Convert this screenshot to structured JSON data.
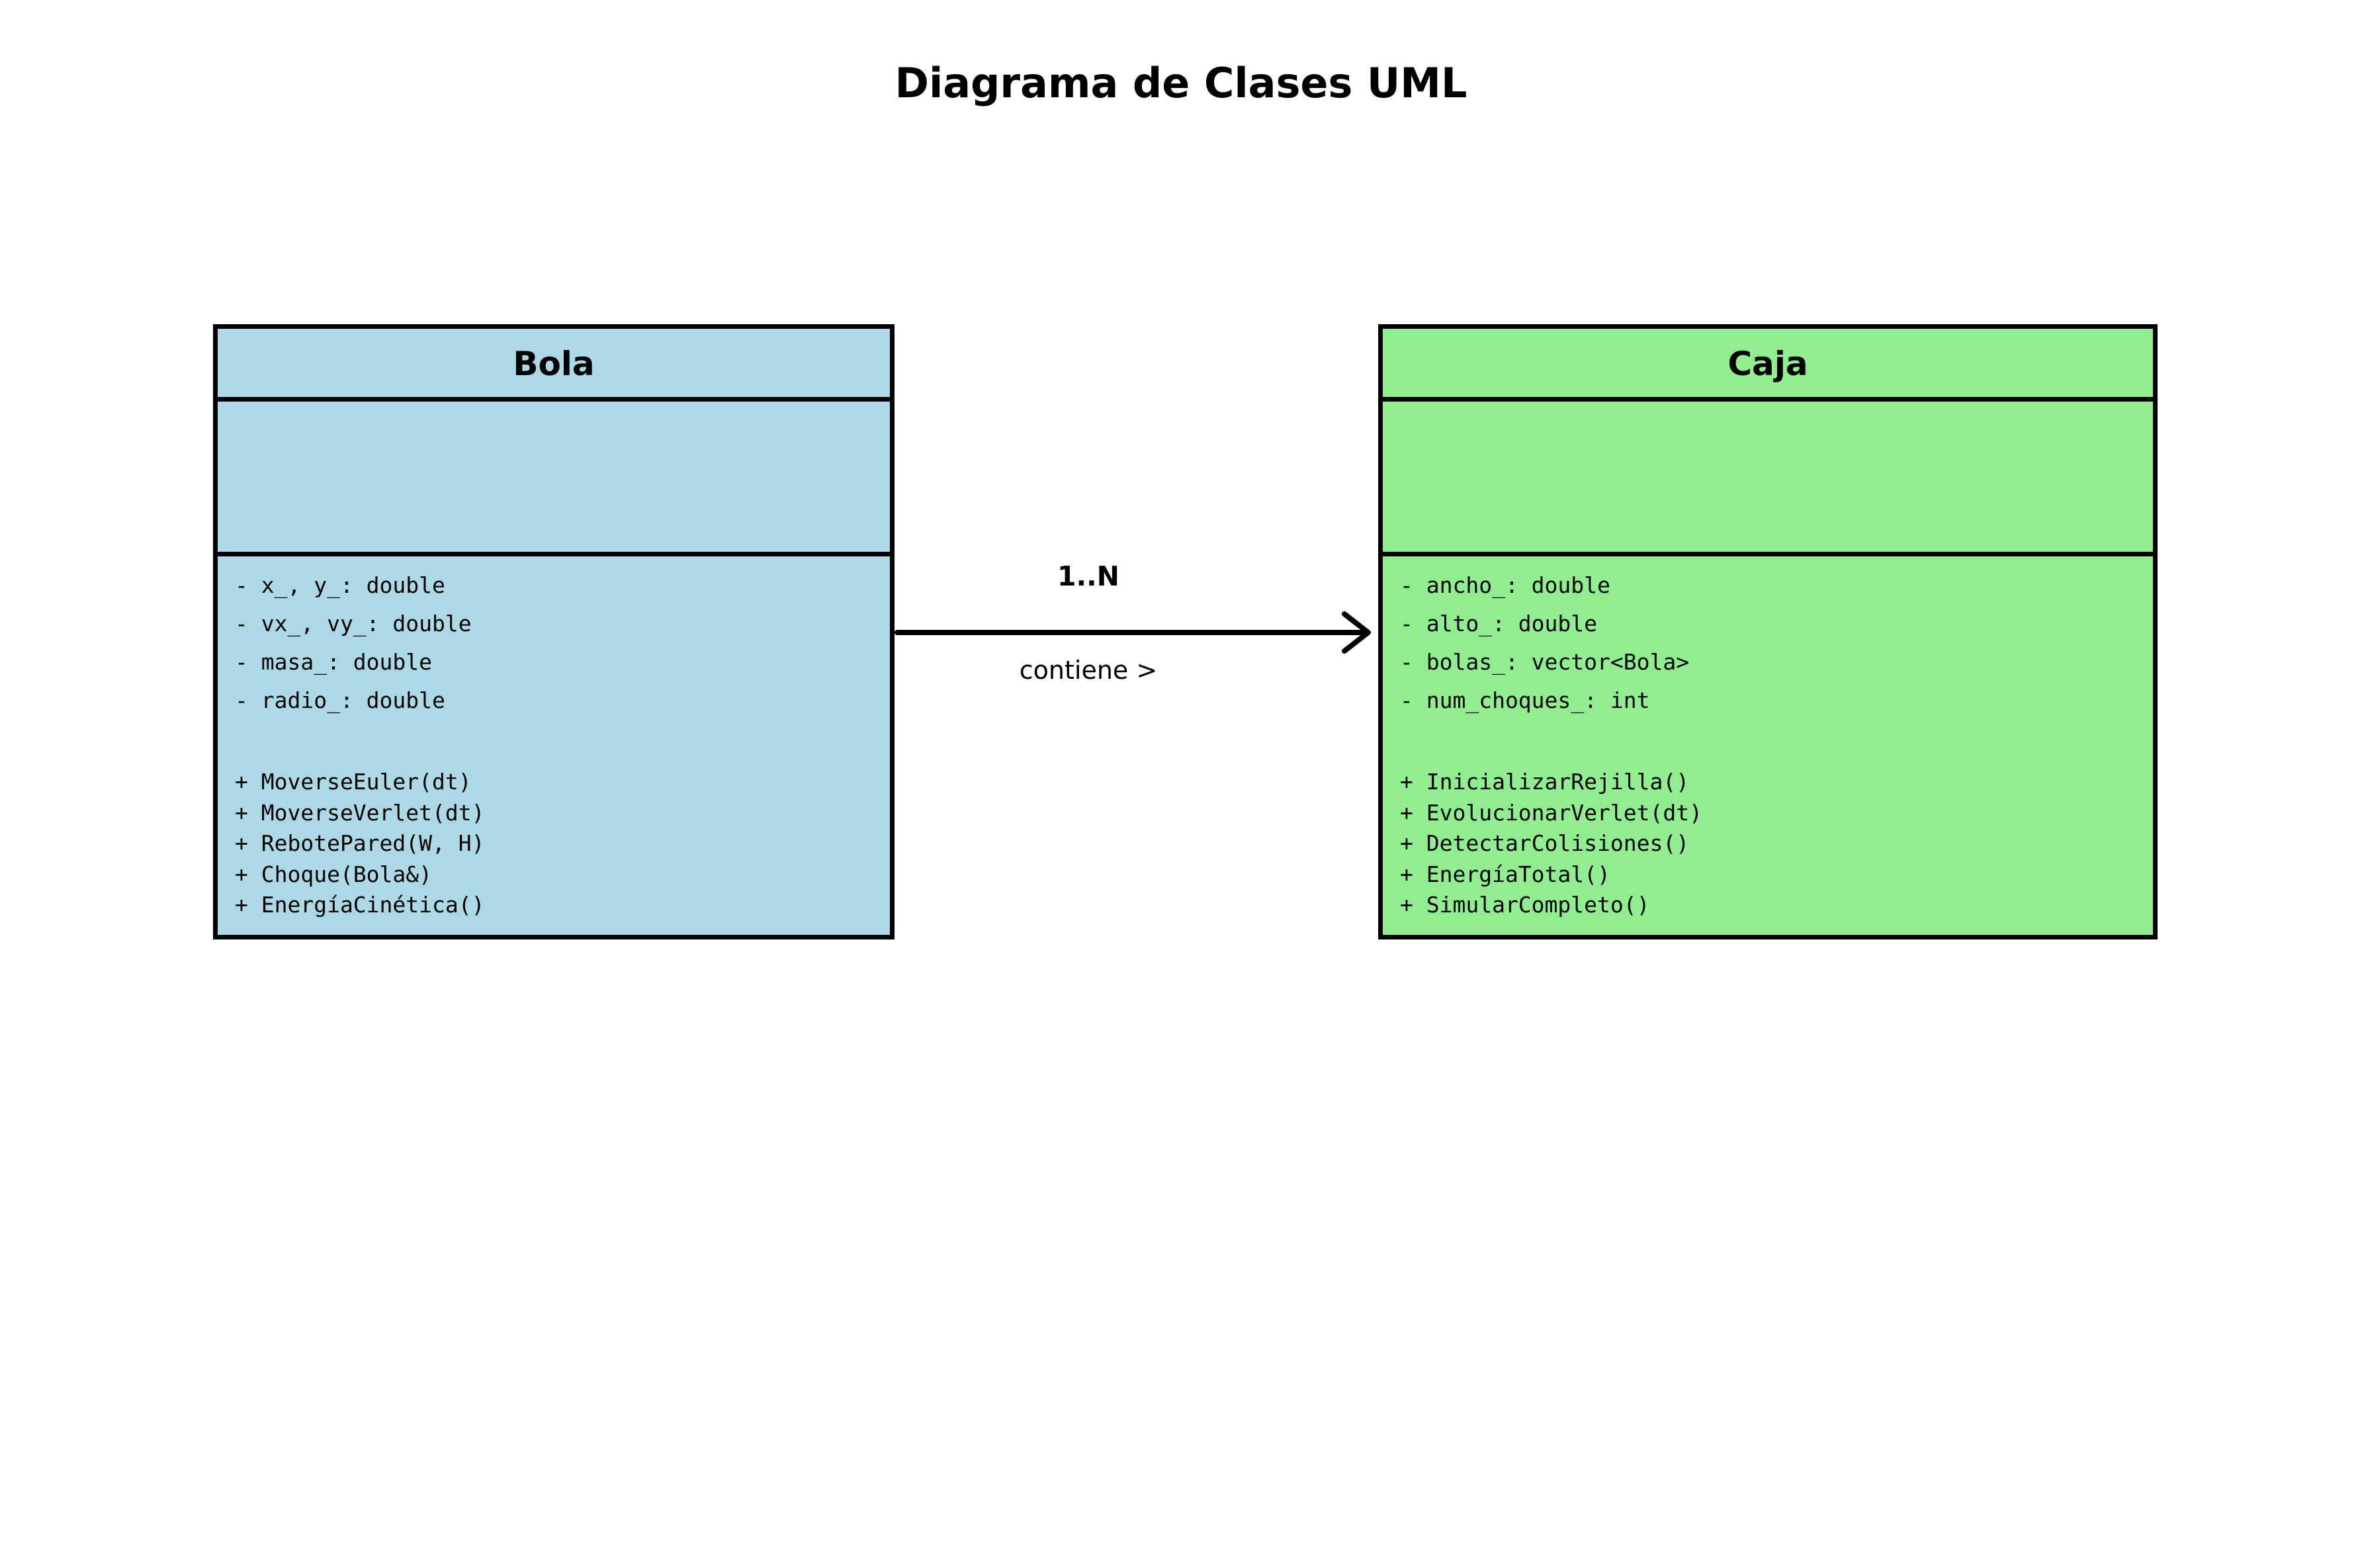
{
  "title": "Diagrama de Clases UML",
  "colors": {
    "bola_fill": "#add8e6",
    "caja_fill": "#90ee90",
    "border": "#000000"
  },
  "classes": {
    "bola": {
      "name": "Bola",
      "attributes": [
        "- x_, y_: double",
        "- vx_, vy_: double",
        "- masa_: double",
        "- radio_: double"
      ],
      "methods": [
        "+ MoverseEuler(dt)",
        "+ MoverseVerlet(dt)",
        "+ RebotePared(W, H)",
        "+ Choque(Bola&)",
        "+ EnergíaCinética()"
      ]
    },
    "caja": {
      "name": "Caja",
      "attributes": [
        "- ancho_: double",
        "- alto_: double",
        "- bolas_: vector<Bola>",
        "- num_choques_: int"
      ],
      "methods": [
        "+ InicializarRejilla()",
        "+ EvolucionarVerlet(dt)",
        "+ DetectarColisiones()",
        "+ EnergíaTotal()",
        "+ SimularCompleto()"
      ]
    }
  },
  "association": {
    "multiplicity": "1..N",
    "label": "contiene >"
  }
}
